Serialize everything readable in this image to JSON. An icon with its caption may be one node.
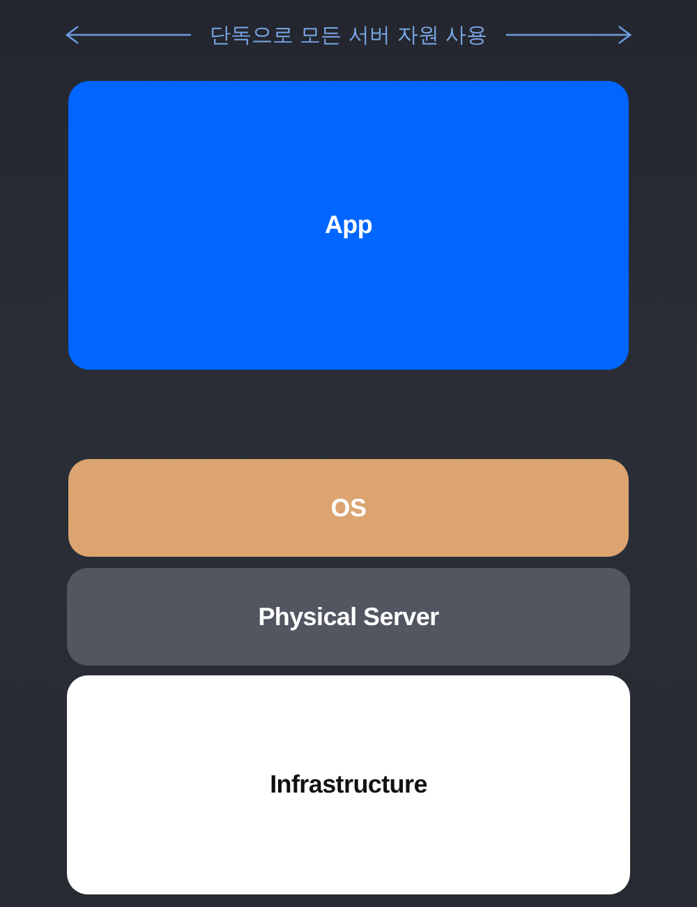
{
  "diagram": {
    "nodes": [
      {
        "text": [
          "App"
        ]
      },
      {
        "text": [
          "OS"
        ]
      },
      {
        "text": [
          "Physical Server"
        ]
      },
      {
        "text": [
          "Infrastructure"
        ]
      }
    ],
    "labels": [
      "단독으로 모든 서버 자원 사용"
    ]
  }
}
